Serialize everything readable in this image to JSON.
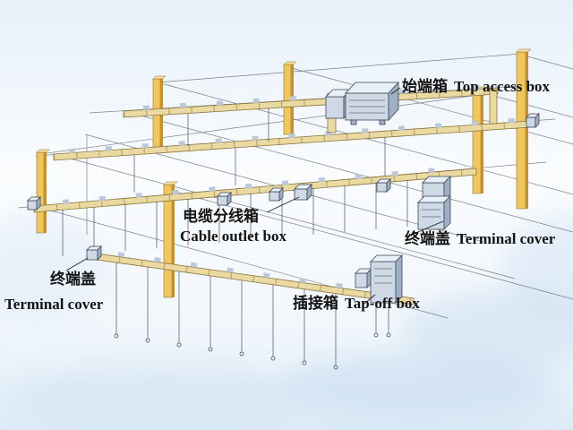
{
  "diagram": {
    "labels": {
      "top_access_zh": "始端箱",
      "top_access_en": "Top access box",
      "cable_outlet_zh": "电缆分线箱",
      "cable_outlet_en": "Cable outlet box",
      "terminal_right_zh": "终端盖",
      "terminal_right_en": "Terminal cover",
      "terminal_left_zh": "终端盖",
      "terminal_left_en": "Terminal cover",
      "tap_off_zh": "插接箱",
      "tap_off_en": "Tap-off box"
    },
    "colors": {
      "line": "#4a4f58",
      "text": "#141414",
      "column_fill": "#f0c75e",
      "column_side": "#c3912f",
      "column_top": "#f8e29e",
      "duct_fill": "#ead9a0",
      "duct_stroke": "#8a7340",
      "tab_fill": "#bcc8d8",
      "box_front": "#cfd9e6",
      "box_top": "#e9eff7",
      "box_side": "#9fb0c4",
      "box_stroke": "#3c4654",
      "bg_top": "#e7f0fa",
      "bg_mid": "#fafcfe",
      "bg_bottom": "#dcebf7",
      "cloud": "#c7dcef"
    }
  }
}
